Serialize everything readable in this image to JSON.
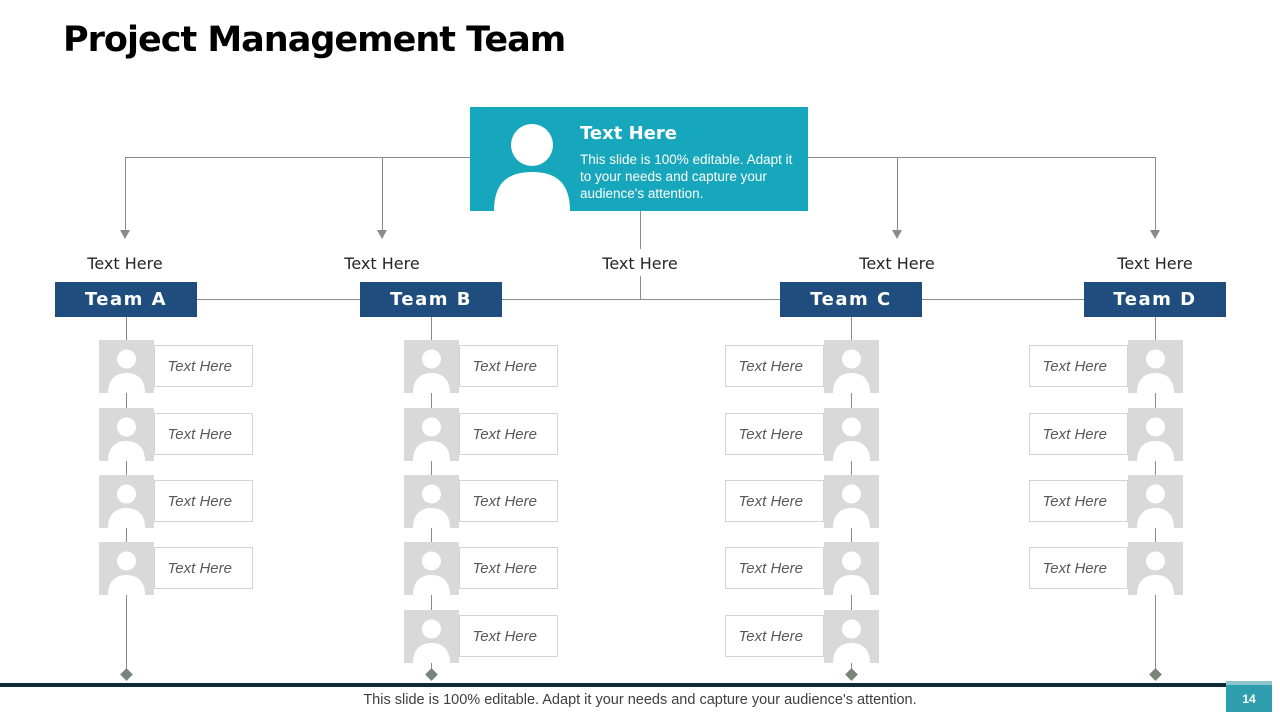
{
  "slide": {
    "title": "Project Management Team",
    "footer_text": "This slide is 100% editable. Adapt it your needs and capture your audience's attention.",
    "page_number": "14"
  },
  "header_card": {
    "title": "Text Here",
    "body": "This slide is 100% editable. Adapt it to your needs and capture your audience's attention.",
    "icon": "person-silhouette-icon"
  },
  "branch_labels": [
    "Text Here",
    "Text Here",
    "Text Here",
    "Text Here",
    "Text Here"
  ],
  "teams": [
    {
      "name": "Team A",
      "members": [
        "Text Here",
        "Text Here",
        "Text Here",
        "Text Here"
      ]
    },
    {
      "name": "Team B",
      "members": [
        "Text Here",
        "Text Here",
        "Text Here",
        "Text Here",
        "Text Here"
      ]
    },
    {
      "name": "Team C",
      "members": [
        "Text Here",
        "Text Here",
        "Text Here",
        "Text Here",
        "Text Here"
      ]
    },
    {
      "name": "Team D",
      "members": [
        "Text Here",
        "Text Here",
        "Text Here",
        "Text Here"
      ]
    }
  ],
  "colors": {
    "accent_teal": "#17a7bd",
    "team_navy": "#1f4e7e",
    "connector_gray": "#8a8a8a",
    "icon_gray": "#d9d9d9",
    "footer_bar": "#0d2a36",
    "page_badge": "#2f9fae"
  }
}
